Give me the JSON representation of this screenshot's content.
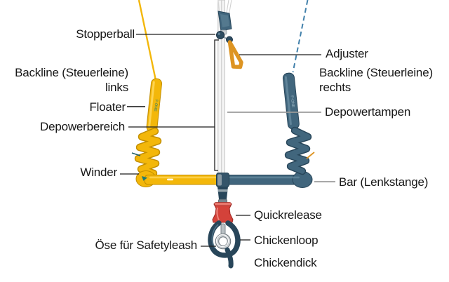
{
  "labels": {
    "stopperball": "Stopperball",
    "backline_links": {
      "line1": "Backline (Steuerleine)",
      "line2": "links"
    },
    "floater": "Floater",
    "depowerbereich": "Depowerbereich",
    "winder": "Winder",
    "oese_fuer_safetyleash": "Öse für Safetyleash",
    "adjuster": "Adjuster",
    "backline_rechts": {
      "line1": "Backline (Steuerleine)",
      "line2": "rechts"
    },
    "depowertampen": "Depowertampen",
    "bar_lenkstange": "Bar (Lenkstange)",
    "quickrelease": "Quickrelease",
    "chickenloop": "Chickenloop",
    "chickendick": "Chickendick"
  },
  "markings": {
    "left_float_brand": "F-ONE",
    "right_float_brand": "F-ONE"
  },
  "colors": {
    "background": "#ffffff",
    "text": "#171717",
    "leader_dark": "#1f1f1f",
    "leader_mid": "#4a4a4a",
    "leader_gray": "#9b9b9b",
    "yellow": "#f3b70a",
    "yellow_dark": "#c28e00",
    "yellow_light": "#ffd95e",
    "slate": "#41667d",
    "slate_dark": "#28465a",
    "slate_light": "#6d91a5",
    "red": "#d4423a",
    "red_dark": "#9e2722",
    "orange": "#dd9422",
    "rope": "#f4f4f4",
    "rope_edge": "#bdbdbd",
    "backline_right_blue": "#4281ab",
    "metal": "#c9ced1"
  }
}
